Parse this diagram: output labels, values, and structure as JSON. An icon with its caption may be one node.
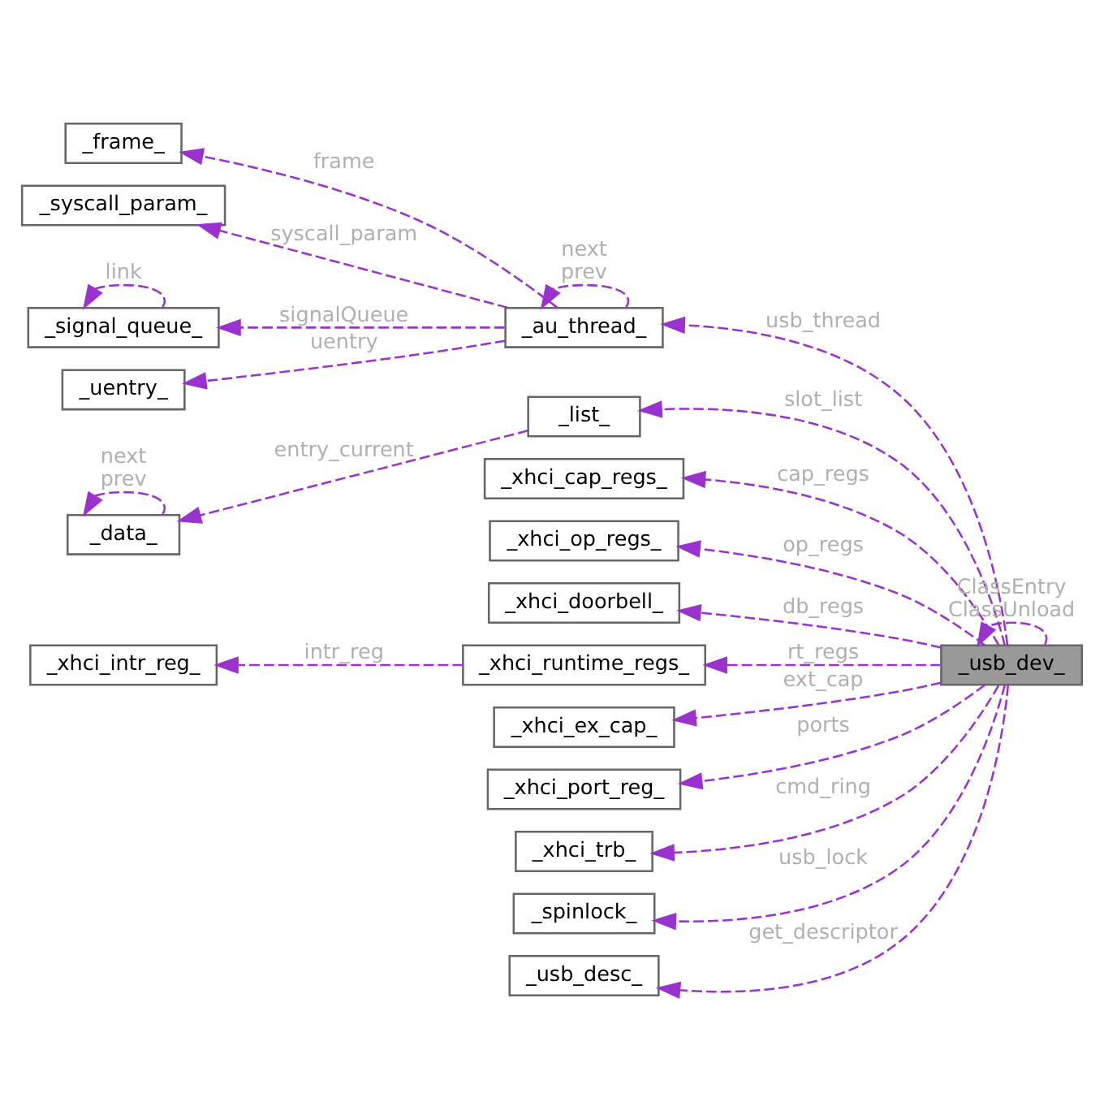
{
  "diagram": {
    "nodes": [
      {
        "text": [
          "_frame_"
        ]
      },
      {
        "text": [
          "_syscall_param_"
        ]
      },
      {
        "text": [
          "_signal_queue_"
        ]
      },
      {
        "text": [
          "_uentry_"
        ]
      },
      {
        "text": [
          "_data_"
        ]
      },
      {
        "text": [
          "_xhci_intr_reg_"
        ]
      },
      {
        "text": [
          "_au_thread_"
        ]
      },
      {
        "text": [
          "_list_"
        ]
      },
      {
        "text": [
          "_xhci_cap_regs_"
        ]
      },
      {
        "text": [
          "_xhci_op_regs_"
        ]
      },
      {
        "text": [
          "_xhci_doorbell_"
        ]
      },
      {
        "text": [
          "_xhci_runtime_regs_"
        ]
      },
      {
        "text": [
          "_xhci_ex_cap_"
        ]
      },
      {
        "text": [
          "_xhci_port_reg_"
        ]
      },
      {
        "text": [
          "_xhci_trb_"
        ]
      },
      {
        "text": [
          "_spinlock_"
        ]
      },
      {
        "text": [
          "_usb_desc_"
        ]
      },
      {
        "text": [
          "_usb_dev_"
        ]
      }
    ],
    "edges": [
      {
        "from": 6,
        "to": 0,
        "arrow": "to",
        "label": "frame",
        "style": "dashed"
      },
      {
        "from": 6,
        "to": 1,
        "arrow": "to",
        "label": "syscall_param",
        "style": "dashed"
      },
      {
        "from": 2,
        "to": 2,
        "arrow": "to",
        "label": "link",
        "style": "dashed"
      },
      {
        "from": 6,
        "to": 2,
        "arrow": "to",
        "label": "signalQueue",
        "style": "dashed"
      },
      {
        "from": 6,
        "to": 3,
        "arrow": "to",
        "label": "uentry",
        "style": "dashed"
      },
      {
        "from": 6,
        "to": 6,
        "arrow": "to",
        "label": "next prev",
        "style": "dashed"
      },
      {
        "from": 4,
        "to": 4,
        "arrow": "to",
        "label": "next prev",
        "style": "dashed"
      },
      {
        "from": 7,
        "to": 4,
        "arrow": "to",
        "label": "entry_current",
        "style": "dashed"
      },
      {
        "from": 11,
        "to": 5,
        "arrow": "to",
        "label": "intr_reg",
        "style": "dashed"
      },
      {
        "from": 17,
        "to": 6,
        "arrow": "to",
        "label": "usb_thread",
        "style": "dashed"
      },
      {
        "from": 17,
        "to": 7,
        "arrow": "to",
        "label": "slot_list",
        "style": "dashed"
      },
      {
        "from": 17,
        "to": 8,
        "arrow": "to",
        "label": "cap_regs",
        "style": "dashed"
      },
      {
        "from": 17,
        "to": 9,
        "arrow": "to",
        "label": "op_regs",
        "style": "dashed"
      },
      {
        "from": 17,
        "to": 10,
        "arrow": "to",
        "label": "db_regs",
        "style": "dashed"
      },
      {
        "from": 17,
        "to": 17,
        "arrow": "to",
        "label": "ClassEntry ClassUnload",
        "style": "dashed"
      },
      {
        "from": 17,
        "to": 11,
        "arrow": "to",
        "label": "rt_regs",
        "style": "dashed"
      },
      {
        "from": 17,
        "to": 12,
        "arrow": "to",
        "label": "ext_cap",
        "style": "dashed"
      },
      {
        "from": 17,
        "to": 13,
        "arrow": "to",
        "label": "ports",
        "style": "dashed"
      },
      {
        "from": 17,
        "to": 14,
        "arrow": "to",
        "label": "cmd_ring",
        "style": "dashed"
      },
      {
        "from": 17,
        "to": 15,
        "arrow": "to",
        "label": "usb_lock",
        "style": "dashed"
      },
      {
        "from": 17,
        "to": 16,
        "arrow": "to",
        "label": "get_descriptor",
        "style": "dashed"
      }
    ]
  }
}
